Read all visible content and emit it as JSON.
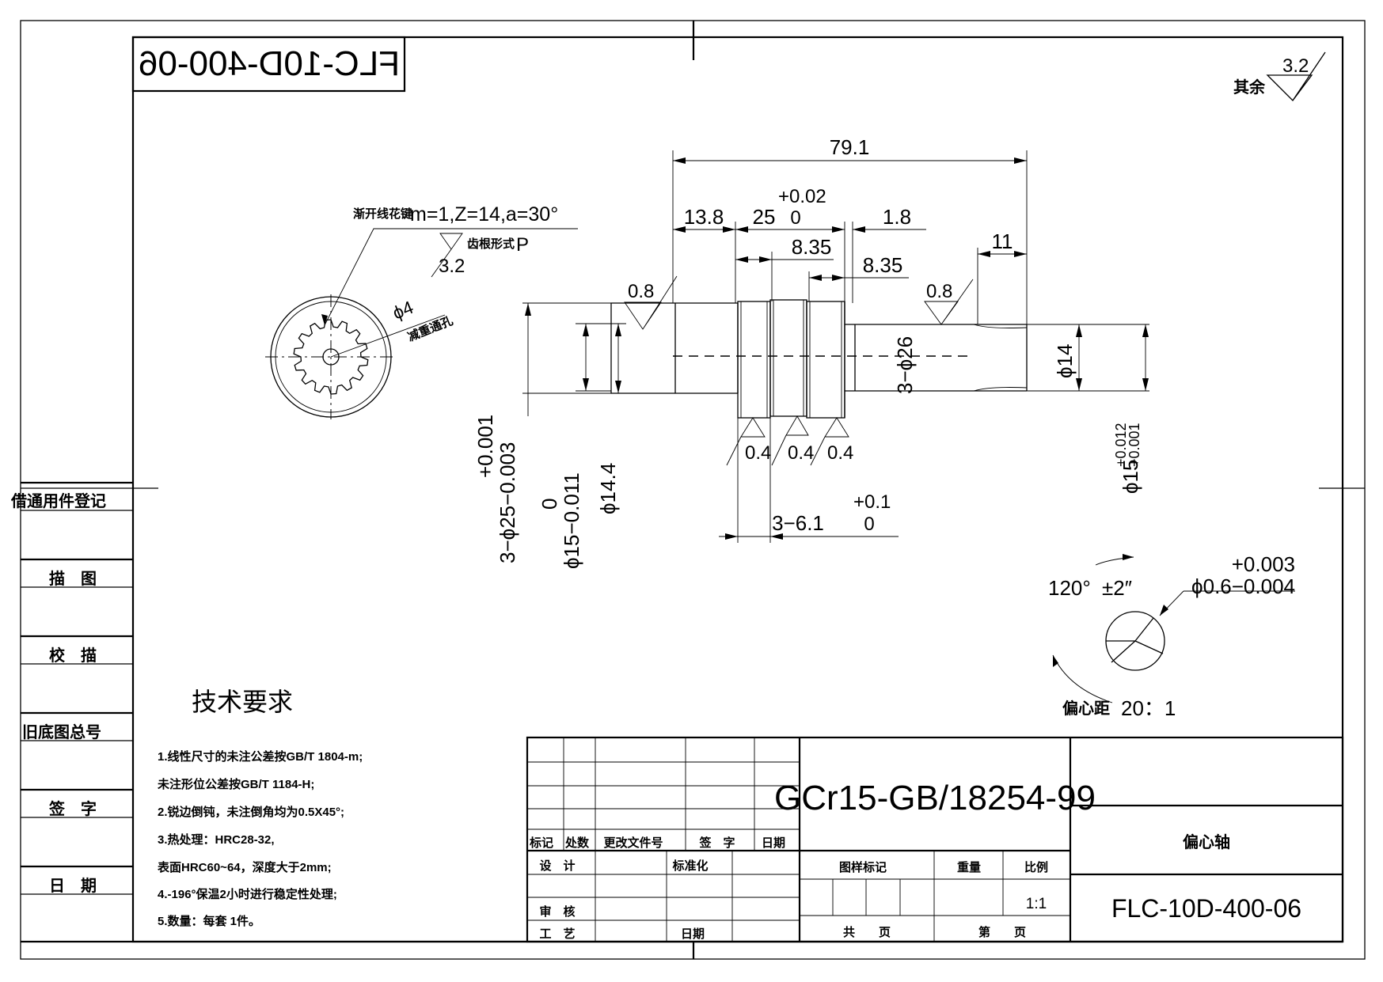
{
  "drawing_number_mirrored": "FLC-10D-400-06",
  "roughness_default": {
    "prefix": "其余",
    "value": "3.2"
  },
  "spline": {
    "label": "渐开线花键",
    "spec": "m=1,Z=14,a=30°",
    "root_form_label": "齿根形式",
    "root_form_value": "P",
    "roughness": "3.2",
    "hole_diameter": "ϕ4",
    "hole_label": "减重通孔"
  },
  "dimensions": {
    "overall_length": "79.1",
    "len_13_8": "13.8",
    "len_25": "25",
    "tol_25_upper": "+0.02",
    "tol_25_lower": "0",
    "len_1_8": "1.8",
    "len_11": "11",
    "len_8_35_a": "8.35",
    "len_8_35_b": "8.35",
    "dia_25_upper": "+0.001",
    "dia_25": "3−ϕ25−0.003",
    "dia_15_upper": "0",
    "dia_15": "ϕ15−0.011",
    "dia_14_4": "ϕ14.4",
    "dia_26": "3−ϕ26",
    "dia_14": "ϕ14",
    "dia_15_right": "ϕ15",
    "dia_15_right_tol_upper": "+0.012",
    "dia_15_right_tol_lower": "+0.001",
    "groove_width": "3−6.1",
    "groove_tol_upper": "+0.1",
    "groove_tol_lower": "0",
    "ra_0_8_left": "0.8",
    "ra_0_8_right": "0.8",
    "ra_0_4": [
      "0.4",
      "0.4",
      "0.4"
    ]
  },
  "eccentric": {
    "angle": "120°",
    "angle_tol": "±2″",
    "ecc_upper": "+0.003",
    "ecc_value": "ϕ0.6−0.004",
    "caption": "偏心距",
    "scale": "20：1"
  },
  "left_column": [
    "借通用件登记",
    "描　图",
    "校　描",
    "旧底图总号",
    "签　字",
    "日　期"
  ],
  "tech_req": {
    "title": "技术要求",
    "items": [
      "1.线性尺寸的未注公差按GB/T 1804-m;",
      "  未注形位公差按GB/T 1184-H;",
      "2.锐边倒钝，未注倒角均为0.5X45°;",
      "3.热处理：HRC28-32,",
      "表面HRC60~64，深度大于2mm;",
      "4.-196°保温2小时进行稳定性处理;",
      "5.数量：每套 1件。"
    ]
  },
  "title_block": {
    "rev_headers": [
      "标记",
      "处数",
      "更改文件号",
      "签　字",
      "日期"
    ],
    "design": "设　计",
    "standardization": "标准化",
    "review": "审　核",
    "process": "工　艺",
    "date": "日期",
    "material": "GCr15-GB/18254-99",
    "stage_mark": "图样标记",
    "weight": "重量",
    "scale_label": "比例",
    "scale_value": "1:1",
    "total_pages": "共　　页",
    "page_no": "第　　页",
    "part_name": "偏心轴",
    "drawing_number": "FLC-10D-400-06"
  }
}
